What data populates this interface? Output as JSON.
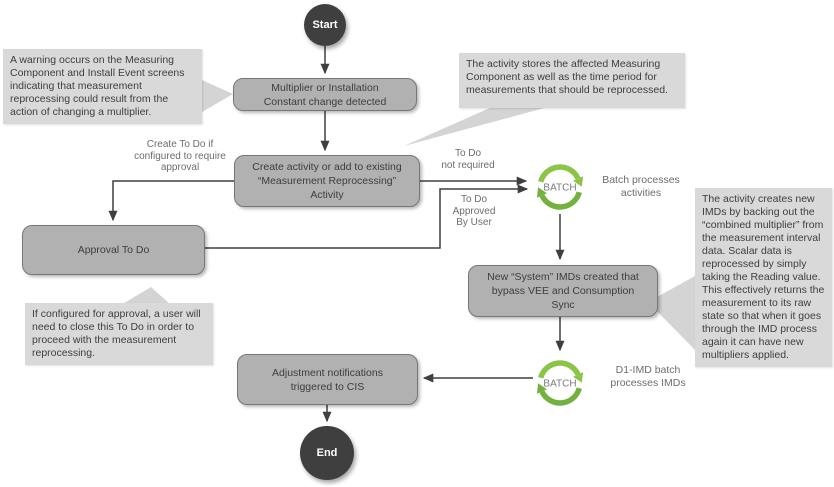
{
  "diagram": {
    "colors": {
      "node_fill": "#b1b1b1",
      "node_border": "#777777",
      "terminal_fill": "#3f3f3f",
      "terminal_text": "#ffffff",
      "callout_fill": "#d9d9d9",
      "edge_label_text": "#6d6d6d",
      "arrow": "#3f3f3f",
      "batch_green_light": "#8cc447",
      "batch_green_dark": "#74b13f"
    },
    "nodes": {
      "start": "Start",
      "multiplier_change": "Multiplier or Installation Constant change detected",
      "create_activity": "Create activity or add to existing “Measurement Reprocessing” Activity",
      "approval_todo": "Approval To Do",
      "new_system_imds": "New “System” IMDs created that bypass VEE and Consumption Sync",
      "adjustment_notifications": "Adjustment notifications triggered to CIS",
      "end": "End"
    },
    "batch": {
      "label1": "BATCH",
      "label2": "BATCH",
      "activities_caption": "Batch processes\nactivities",
      "imds_caption": "D1-IMD batch\nprocesses IMDs"
    },
    "edge_labels": {
      "create_todo": "Create To Do if\nconfigured to require\napproval",
      "todo_not_required": "To Do\nnot required",
      "todo_approved": "To Do\nApproved\nBy User"
    },
    "callouts": {
      "warning": "A warning occurs on the Measuring Component and Install Event screens indicating that measurement reprocessing could result from the action of changing a multiplier.",
      "activity_stores": "The activity stores the affected Measuring Component as well as the time period for measurements that should be reprocessed.",
      "approval_note": "If configured for approval, a user will need to close this To Do in order to proceed with the measurement reprocessing.",
      "imd_note": "The activity creates new IMDs by backing out the “combined multiplier” from the measurement interval data.  Scalar data is reprocessed by simply taking the Reading value.  This effectively returns the measurement to its raw state so that when it goes through the IMD process again it can have new multipliers applied."
    }
  }
}
